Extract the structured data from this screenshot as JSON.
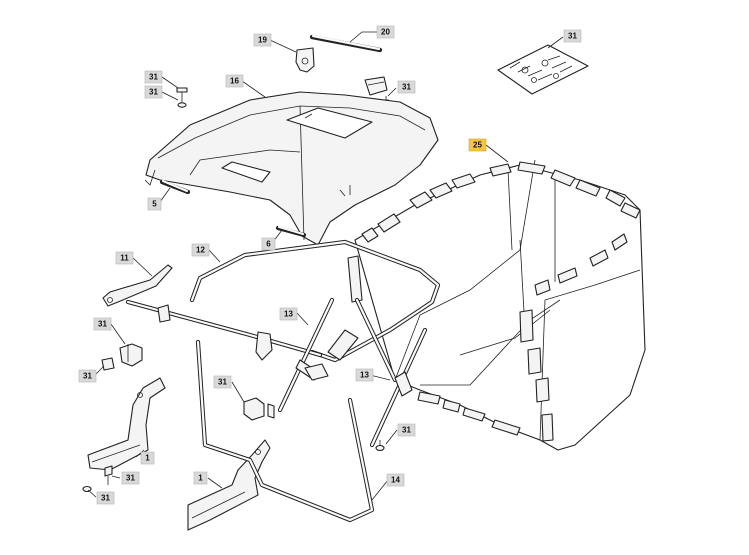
{
  "callouts": [
    {
      "id": "c20",
      "label": "20"
    },
    {
      "id": "c19",
      "label": "19"
    },
    {
      "id": "c31a",
      "label": "31"
    },
    {
      "id": "c31b",
      "label": "31"
    },
    {
      "id": "c31c",
      "label": "31"
    },
    {
      "id": "c16",
      "label": "16"
    },
    {
      "id": "c31d",
      "label": "31"
    },
    {
      "id": "c25",
      "label": "25",
      "highlighted": true
    },
    {
      "id": "c5",
      "label": "5"
    },
    {
      "id": "c6",
      "label": "6"
    },
    {
      "id": "c11",
      "label": "11"
    },
    {
      "id": "c12",
      "label": "12"
    },
    {
      "id": "c13a",
      "label": "13"
    },
    {
      "id": "c31e",
      "label": "31"
    },
    {
      "id": "c31f",
      "label": "31"
    },
    {
      "id": "c13b",
      "label": "13"
    },
    {
      "id": "c31g",
      "label": "31"
    },
    {
      "id": "c1a",
      "label": "1"
    },
    {
      "id": "c31h",
      "label": "31"
    },
    {
      "id": "c31i",
      "label": "31"
    },
    {
      "id": "c31j",
      "label": "31"
    },
    {
      "id": "c1b",
      "label": "1"
    },
    {
      "id": "c14",
      "label": "14"
    }
  ],
  "colors": {
    "highlight": "#f5c542",
    "callout": "#d9d9d9",
    "line": "#222222"
  }
}
